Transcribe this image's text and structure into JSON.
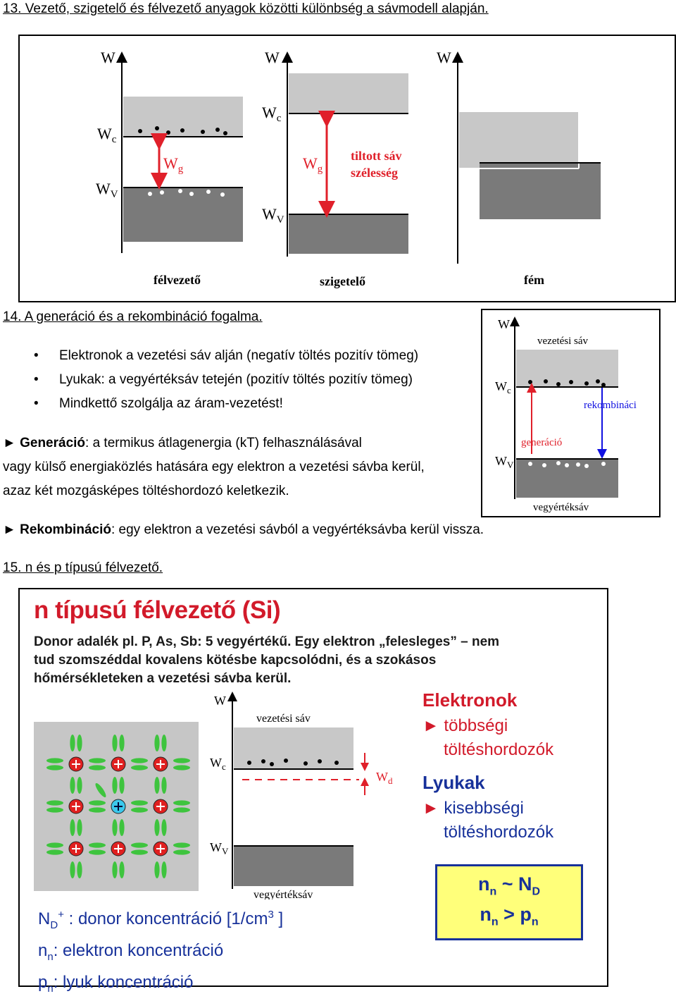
{
  "sec13": {
    "heading": "13. Vezető, szigetelő és félvezető anyagok közötti különbség a sávmodell alapján.",
    "fig": {
      "w": "W",
      "wc": "W",
      "wc_sub": "c",
      "wv": "W",
      "wv_sub": "V",
      "wg": "W",
      "wg_sub": "g",
      "tiltott1": "tiltott sáv",
      "tiltott2": "szélesség",
      "label_felvezeto": "félvezető",
      "label_szigetelo": "szigetelő",
      "label_fem": "fém"
    }
  },
  "sec14": {
    "heading": "14. A generáció és a rekombináció fogalma.",
    "bullets": [
      "Elektronok a vezetési sáv alján (negatív töltés pozitív tömeg)",
      "Lyukak: a vegyértéksáv tetején (pozitív töltés pozitív tömeg)",
      "Mindkettő szolgálja az áram-vezetést!"
    ],
    "gen_term": "Generáció",
    "gen_line1": ": a termikus átlagenergia (kT) felhasználásával",
    "gen_line2": "vagy külső energiaközlés hatására egy elektron a vezetési sávba kerül,",
    "gen_line3": "azaz két mozgásképes töltéshordozó keletkezik.",
    "rek_term": "Rekombináció",
    "rek_text": ": egy elektron a vezetési sávból a vegyértéksávba kerül vissza.",
    "fig": {
      "w": "W",
      "vezetesi": "vezetési sáv",
      "wc": "W",
      "wc_sub": "c",
      "rekomb": "rekombináci",
      "generacio": "generáció",
      "wv": "W",
      "wv_sub": "V",
      "vegyertek": "vegyértéksáv"
    }
  },
  "sec15": {
    "heading": "15. n és p típusú félvezető.",
    "slide": {
      "title": "n típusú félvezető (Si)",
      "desc1": "Donor adalék pl. P, As, Sb: 5 vegyértékű. Egy elektron „felesleges” – nem",
      "desc2": "tud szomszéddal kovalens kötésbe kapcsolódni, és a szokásos",
      "desc3": "hőmérsékleteken a vezetési sávba kerül.",
      "w": "W",
      "vezetesi": "vezetési sáv",
      "wc": "W",
      "wc_sub": "c",
      "wd": "W",
      "wd_sub": "d",
      "wv": "W",
      "wv_sub": "V",
      "vegyertek": "vegyértéksáv",
      "elektronok": "Elektronok",
      "tobbsegi1": "többségi",
      "tobbsegi2": "töltéshordozók",
      "lyukak": "Lyukak",
      "kisebbsegi1": "kisebbségi",
      "kisebbsegi2": "töltéshordozók",
      "rel1_a": "n",
      "rel1_a_sub": "n",
      "rel1_op": " ~ ",
      "rel1_b": "N",
      "rel1_b_sub": "D",
      "rel2_a": "n",
      "rel2_a_sub": "n",
      "rel2_op": " > ",
      "rel2_b": "p",
      "rel2_b_sub": "n",
      "def1_sym": "N",
      "def1_sub": "D",
      "def1_sup": "+",
      "def1_text": " : donor koncentráció [1/cm",
      "def1_exp": "3",
      "def1_end": " ]",
      "def2_sym": "n",
      "def2_sub": "n",
      "def2_text": ": elektron koncentráció",
      "def3_sym": "p",
      "def3_sub": "n",
      "def3_text": ": lyuk koncentráció"
    }
  },
  "colors": {
    "red": "#e0202a",
    "blue": "#1010e0",
    "slideRed": "#d21a2a",
    "slideBlue": "#17319a"
  }
}
